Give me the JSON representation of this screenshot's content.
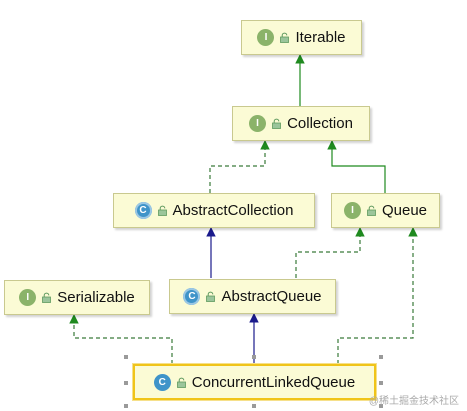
{
  "nodes": {
    "iterable": {
      "label": "Iterable",
      "badge": "I"
    },
    "collection": {
      "label": "Collection",
      "badge": "I"
    },
    "abstract_collection": {
      "label": "AbstractCollection",
      "badge": "C"
    },
    "queue": {
      "label": "Queue",
      "badge": "I"
    },
    "serializable": {
      "label": "Serializable",
      "badge": "I"
    },
    "abstract_queue": {
      "label": "AbstractQueue",
      "badge": "C"
    },
    "concurrent_linked_queue": {
      "label": "ConcurrentLinkedQueue",
      "badge": "C"
    }
  },
  "colors": {
    "interface_edge": "#1f8a1f",
    "class_edge": "#1a1a8c",
    "implements_edge": "#3a7a3a"
  },
  "watermark": "@稀土掘金技术社区"
}
